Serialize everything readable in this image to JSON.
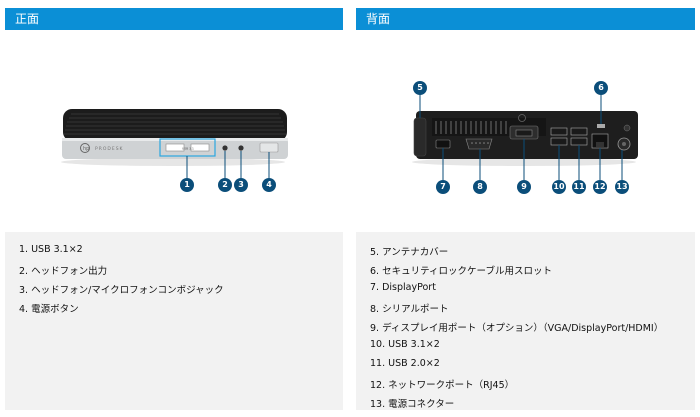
{
  "front": {
    "title": "正面",
    "device_brand": "PRODESK",
    "usb_label": "USB 3.1",
    "callouts": [
      "1",
      "2",
      "3",
      "4"
    ],
    "items": [
      "1. USB 3.1×2",
      "2. ヘッドフォン出力",
      "3. ヘッドフォン/マイクロフォンコンボジャック",
      "4. 電源ボタン"
    ]
  },
  "back": {
    "title": "背面",
    "callouts": [
      "5",
      "6",
      "7",
      "8",
      "9",
      "10",
      "11",
      "12",
      "13"
    ],
    "items": [
      "5. アンテナカバー",
      "6. セキュリティロックケーブル用スロット",
      "7. DisplayPort",
      "8. シリアルポート",
      "9. ディスプレイ用ポート（オプション）（VGA/DisplayPort/HDMI）",
      "10. USB 3.1×2",
      "11. USB 2.0×2",
      "12. ネットワークポート（RJ45）",
      "13. 電源コネクター"
    ]
  },
  "colors": {
    "header": "#0b8fd6",
    "callout": "#0b4e7a",
    "list_bg": "#f2f2f2"
  }
}
